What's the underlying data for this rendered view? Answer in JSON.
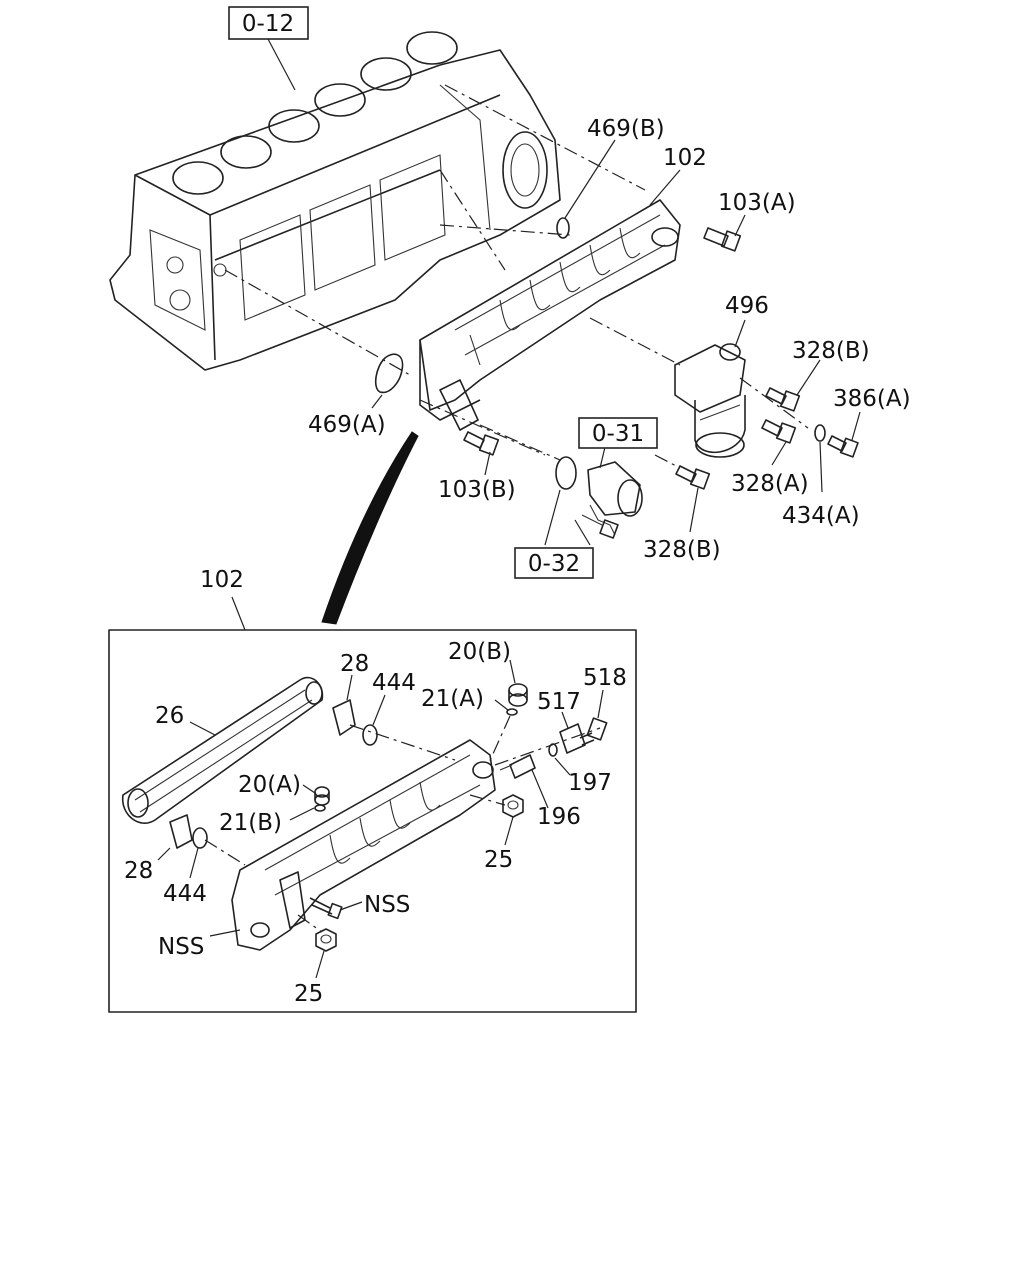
{
  "references": {
    "ref_0_12": "0-12",
    "ref_0_31": "0-31",
    "ref_0_32": "0-32"
  },
  "labels": {
    "l_469b": "469(B)",
    "l_102_top": "102",
    "l_103a": "103(A)",
    "l_496": "496",
    "l_328b_top": "328(B)",
    "l_386a": "386(A)",
    "l_469a": "469(A)",
    "l_103b": "103(B)",
    "l_328a": "328(A)",
    "l_434a": "434(A)",
    "l_328b_bottom": "328(B)",
    "l_102_detail": "102",
    "l_28_top": "28",
    "l_444_top": "444",
    "l_20b": "20(B)",
    "l_21a": "21(A)",
    "l_517": "517",
    "l_518": "518",
    "l_26": "26",
    "l_20a": "20(A)",
    "l_21b": "21(B)",
    "l_197": "197",
    "l_196": "196",
    "l_25_right": "25",
    "l_28_bottom": "28",
    "l_444_bottom": "444",
    "l_nss_right": "NSS",
    "l_nss_left": "NSS",
    "l_25_bottom": "25"
  }
}
